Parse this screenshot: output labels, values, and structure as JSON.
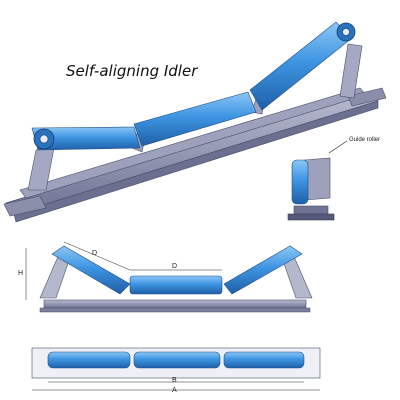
{
  "title": "Self-aligning Idler",
  "callout_label": "Guide roller",
  "dimension_labels": {
    "d": "D",
    "h": "H",
    "b": "B",
    "a": "A"
  },
  "colors": {
    "roller_blue": "#3e95e2",
    "roller_dark": "#1f5fa8",
    "frame_steel": "#8f93ad",
    "frame_dark": "#5a5f7d",
    "background": "#ffffff"
  }
}
